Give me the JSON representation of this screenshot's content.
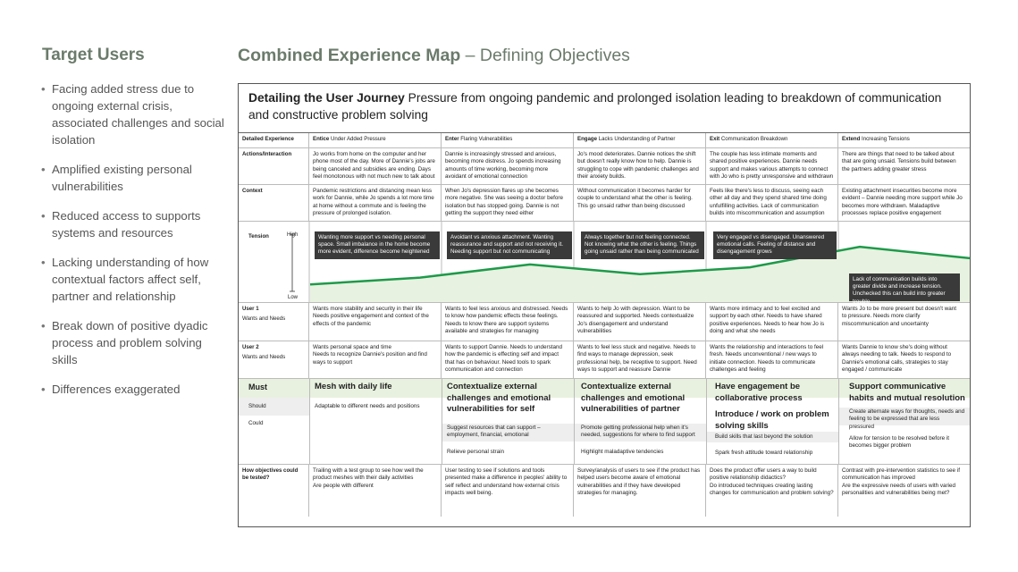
{
  "left": {
    "title": "Target Users",
    "bullets": [
      "Facing added stress due to ongoing external crisis, associated challenges and social isolation",
      "Amplified existing personal vulnerabilities",
      "Reduced access to supports systems and resources",
      "Lacking understanding of how contextual factors affect self, partner and relationship",
      "Break down of positive dyadic process and problem solving skills",
      "Differences exaggerated"
    ]
  },
  "header": {
    "title_bold": "Combined Experience Map",
    "title_rest": " – Defining Objectives"
  },
  "journey": {
    "title_bold": "Detailing the User Journey",
    "title_rest": " Pressure from ongoing pandemic and prolonged isolation leading to breakdown of communication and constructive problem solving"
  },
  "stages_header": {
    "label": "Detailed Experience",
    "stages": [
      {
        "bold": "Entice",
        "rest": " Under Added Pressure"
      },
      {
        "bold": "Enter",
        "rest": " Flaring Vulnerabilities"
      },
      {
        "bold": "Engage",
        "rest": " Lacks Understanding of Partner"
      },
      {
        "bold": "Exit",
        "rest": " Communication Breakdown"
      },
      {
        "bold": "Extend",
        "rest": " Increasing Tensions"
      }
    ]
  },
  "actions": {
    "label": "Actions/Interaction",
    "cells": [
      "Jo works from home on the computer and her phone most of the day. More of Dannie's jobs are being canceled and subsidies are ending. Days feel monotonous with not much new to talk about",
      "Dannie is increasingly stressed and anxious, becoming more distress. Jo spends increasing amounts of time working, becoming more avoidant of emotional connection",
      "Jo's mood deteriorates. Dannie notices the shift but doesn't really know how to help. Dannie is struggling to cope with pandemic challenges and their anxiety builds.",
      "The couple has less intimate moments and shared positive experiences. Dannie needs support and makes various attempts to connect with Jo who is pretty unresponsive and withdrawn",
      "There are things that need to be talked about that are going unsaid. Tensions build between the partners adding greater stress"
    ]
  },
  "context": {
    "label": "Context",
    "cells": [
      "Pandemic restrictions and distancing mean less work for Dannie, while Jo spends a lot more time at home without a commute and is feeling the pressure of prolonged isolation.",
      "When Jo's depression flares up she becomes more negative. She was seeing a doctor before isolation but has stopped going. Dannie is not getting the support they need either",
      "Without communication it becomes harder for couple to understand what the other is feeling. This go unsaid rather than being discussed",
      "Feels like there's less to discuss, seeing each other all day and they spend shared time doing unfulfilling activities. Lack of communication builds into miscommunication and assumption",
      "Existing attachment insecurities become more evident – Dannie needing more support while Jo becomes more withdrawn. Maladaptive processes replace positive engagement"
    ]
  },
  "tension": {
    "label": "Tension",
    "high": "High",
    "low": "Low",
    "boxes": [
      "Wanting more support vs needing personal space. Small imbalance in the home become more evident, difference become heightened",
      "Avoidant vs anxious attachment. Wanting reassurance and support and not receiving it. Needing support but not communicating",
      "Always together but not feeling connected. Not knowing what the other is feeling. Things going unsaid rather than being communicated",
      "Very engaged vs disengaged. Unanswered emotional calls. Feeling of distance and disengagement grows",
      "Lack of communication builds into greater divide and increase tension. Unchecked this can build into greater trouble"
    ],
    "levels": [
      0.12,
      0.24,
      0.47,
      0.3,
      0.42,
      0.78,
      0.58
    ]
  },
  "user1": {
    "label": "User 1",
    "sub": "Wants and Needs",
    "cells": [
      "Wants more stability and security in their life\nNeeds positive engagement and context of the effects of the pandemic",
      "Wants to feel less anxious and distressed. Needs to know how pandemic effects these feelings. Needs to know there are support systems available and strategies for managing",
      "Wants to help Jo with depression. Want to be reassured and supported. Needs contextualize Jo's disengagement and understand vulnerabilities",
      "Wants more intimacy and to feel excited and support by each other. Needs to have shared positive experiences. Needs to hear how Jo is doing and what she needs",
      "Wants Jo to be more present but doesn't want to pressure. Needs more clarify miscommunication and uncertainty"
    ]
  },
  "user2": {
    "label": "User 2",
    "sub": "Wants and Needs",
    "cells": [
      "Wants personal space and time\nNeeds to recognize Dannie's position and find ways to support",
      "Wants to support Dannie. Needs to understand how the pandemic is effecting self and impact that has on behaviour. Need tools to spark communication and connection",
      "Wants to feel less stuck and negative. Needs to find ways to manage depression, seek professional help, be receptive to support. Need ways to support and reassure Dannie",
      "Wants the relationship and interactions to feel fresh. Needs unconventional / new ways to initiate connection. Needs to communicate challenges and feeling",
      "Wants Dannie to know she's doing without always needing to talk. Needs to respond to Dannie's emotional calls, strategies to stay engaged / communicate"
    ]
  },
  "objectives": {
    "must": "Must",
    "should": "Should",
    "could": "Could",
    "stages": [
      {
        "must": "Mesh with daily life",
        "should": "Adaptable to different needs and positions",
        "could": "",
        "extra": ""
      },
      {
        "must": "Contextualize external challenges and emotional vulnerabilities for self",
        "should": "",
        "could": "Suggest resources that can support – employment, financial, emotional",
        "extra": "Relieve personal strain"
      },
      {
        "must": "Contextualize external challenges and emotional vulnerabilities of partner",
        "should": "",
        "could": "Promote getting professional help when it's needed, suggestions for where to find support",
        "extra": "Highlight maladaptive tendencies"
      },
      {
        "must": "Have engagement be collaborative process",
        "should": "Introduce / work on problem solving skills",
        "could": "Build skills that last beyond the solution",
        "extra": "Spark fresh attitude toward relationship"
      },
      {
        "must": "Support communicative habits and mutual resolution",
        "should": "Create alternate ways for thoughts, needs and feeling to be expressed that are less pressured",
        "could": "Allow for tension to be resolved before it becomes bigger problem",
        "extra": ""
      }
    ]
  },
  "testing": {
    "label": "How objectives could be tested?",
    "cells": [
      "Trailing with a test group to see how well the product meshes with their daily activities\nAre people with different",
      "User testing to see if solutions and tools presented make a difference in peoples' ability to self reflect and understand how external crisis impacts well being.",
      "Survey/analysis of users to see if the product has helped users become aware of emotional vulnerabilities and if they have developed strategies for managing.",
      "Does the product offer users a way to build positive relationship didactics?\nDo introduced techniques creating lasting changes for communication and problem solving?",
      "Contrast with pre-intervention statistics to see if communication has improved\nAre the expressive needs of users with varied personalities and vulnerabilities being met?"
    ]
  },
  "colors": {
    "line": "#1e9a4a",
    "fill": "#e8f2e0",
    "box": "#3a3a3a",
    "must_bg": "#e8f1df"
  }
}
